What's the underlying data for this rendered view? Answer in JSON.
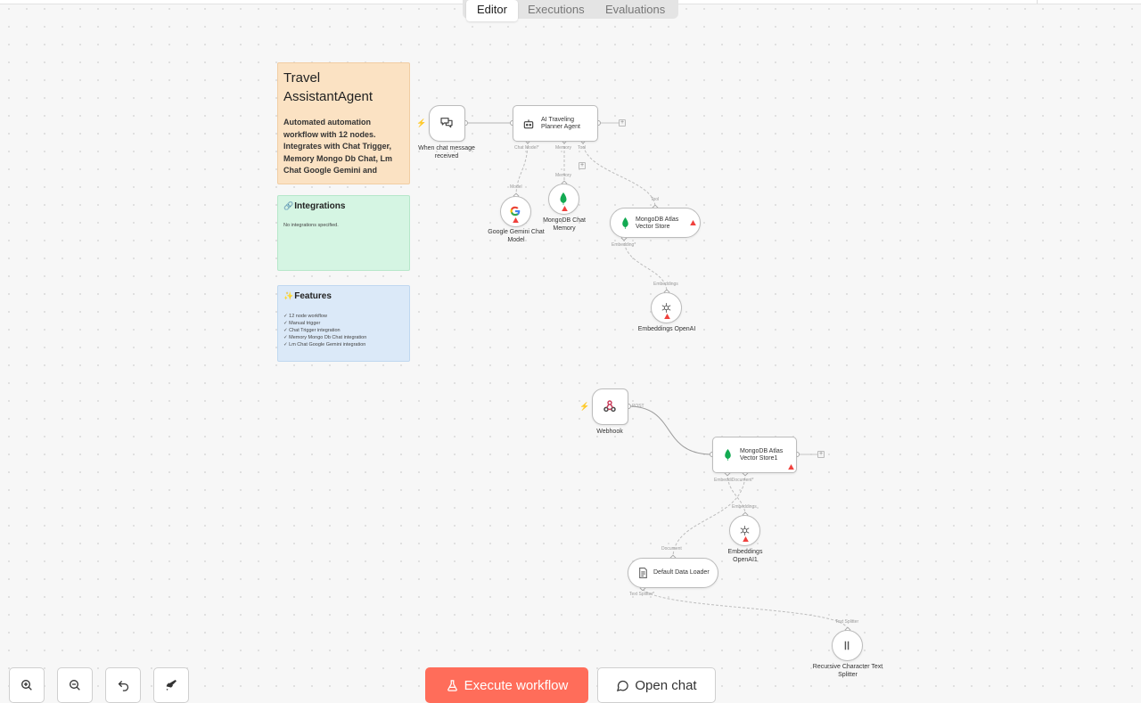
{
  "tabs": [
    {
      "label": "Editor",
      "active": true
    },
    {
      "label": "Executions",
      "active": false
    },
    {
      "label": "Evaluations",
      "active": false
    }
  ],
  "sticky_notes": {
    "overview": {
      "title": "Travel AssistantAgent",
      "body": "Automated automation workflow with 12 nodes. Integrates with Chat Trigger, Memory Mongo Db Chat, Lm Chat Google Gemini and"
    },
    "integrations": {
      "title": "Integrations",
      "body": "No integrations specified."
    },
    "features": {
      "title": "Features",
      "items": [
        "✓ 12 node workflow",
        "✓ Manual trigger",
        "✓ Chat Trigger integration",
        "✓ Memory Mongo Db Chat integration",
        "✓ Lm Chat Google Gemini integration"
      ]
    }
  },
  "nodes": {
    "chat_trigger": {
      "label": "When chat message received"
    },
    "agent": {
      "label": "AI Traveling Planner Agent"
    },
    "gemini": {
      "label": "Google Gemini Chat Model"
    },
    "memory": {
      "label": "MongoDB Chat Memory"
    },
    "vector_store": {
      "label": "MongoDB Atlas Vector Store"
    },
    "embeddings": {
      "label": "Embeddings OpenAI"
    },
    "webhook": {
      "label": "Webhook"
    },
    "vector_store1": {
      "label": "MongoDB Atlas Vector Store1"
    },
    "embeddings1": {
      "label": "Embeddings OpenAI1"
    },
    "data_loader": {
      "label": "Default Data Loader"
    },
    "splitter": {
      "label": "Recursive Character Text Splitter"
    }
  },
  "ports": {
    "chat_model": "Chat Model*",
    "memory": "Memory",
    "tool": "Tool",
    "model": "Model",
    "memory_in": "Memory",
    "tool_in": "Tool",
    "embedding": "Embedding*",
    "embeddings_in": "Embeddings",
    "post": "POST",
    "embedding_document": "EmbeddiDocument*",
    "embeddings_in2": "Embeddings",
    "document_in": "Document",
    "text_splitter": "Text Splitter*",
    "text_splitter_in": "Text Splitter"
  },
  "controls": {
    "execute_label": "Execute workflow",
    "open_chat_label": "Open chat"
  },
  "colors": {
    "accent": "#ff6d5a",
    "warning": "#f0413d",
    "mongo_green": "#13aa52"
  }
}
